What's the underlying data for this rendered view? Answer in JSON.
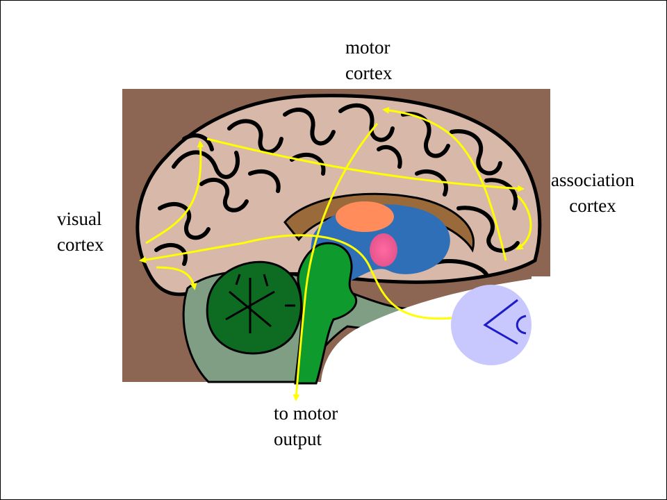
{
  "labels": {
    "motor": "motor\ncortex",
    "association": "association\ncortex",
    "visual": "visual\ncortex",
    "output": "to motor\noutput"
  },
  "colors": {
    "background_panel": "#8c6652",
    "cortex": "#d7b8a9",
    "brainstem": "#0f9a2e",
    "cerebellum": "#0e6b22",
    "arrows": "#ffff00",
    "eye": "#c8c8ff",
    "eye_lens": "#1c1cc8"
  }
}
